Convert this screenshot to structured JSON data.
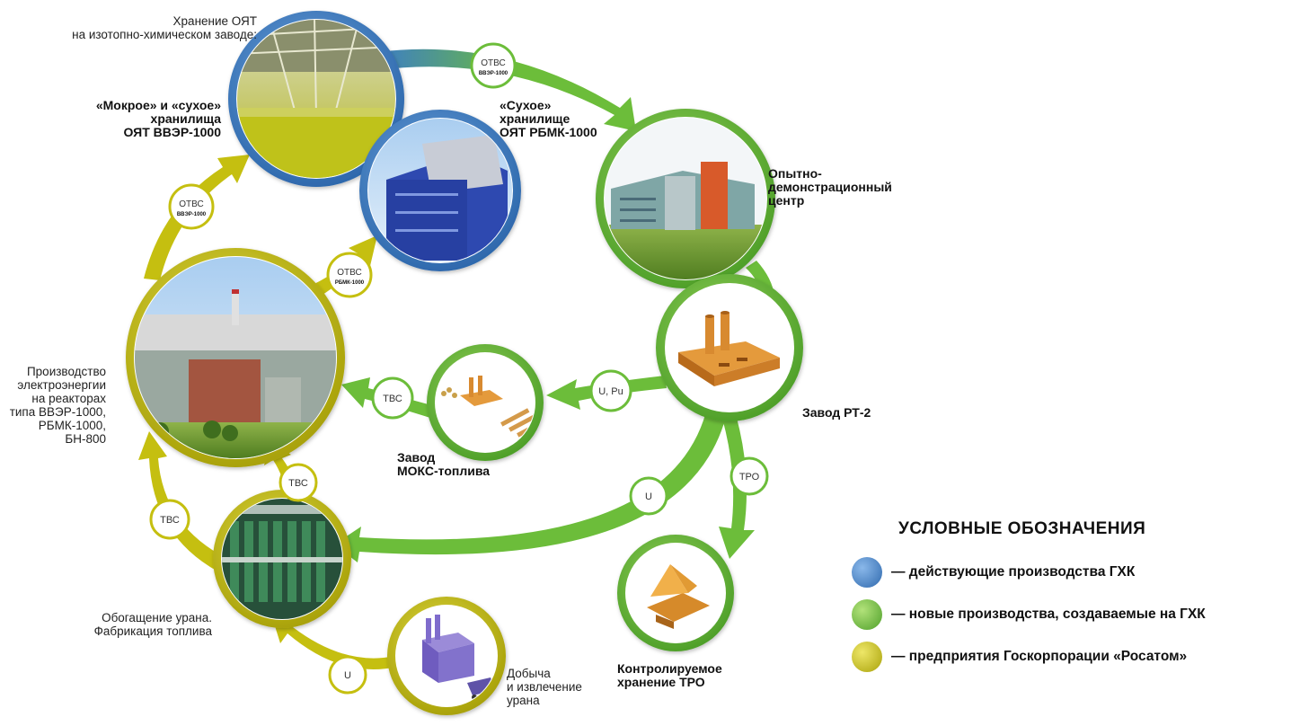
{
  "colors": {
    "blue": "#3d7ec6",
    "green": "#6cbd3a",
    "olive": "#c5bf10",
    "ring_bg": "#ffffff"
  },
  "labels": {
    "storage_header": "Хранение ОЯТ\nна изотопно-химическом заводе:",
    "wet_dry": "«Мокрое» и «сухое»\nхранилища\nОЯТ ВВЭР-1000",
    "dry_rbmk": "«Сухое»\nхранилище\nОЯТ РБМК-1000",
    "pilot_center": "Опытно-\nдемонстрационный\nцентр",
    "rt2": "Завод РТ-2",
    "mox": "Завод\nМОКС-топлива",
    "power": "Производство\nэлектроэнергии\nна реакторах\nтипа ВВЭР-1000,\nРБМК-1000,\nБН-800",
    "enrichment": "Обогащение урана.\nФабрикация топлива",
    "mining": "Добыча\nи извлечение\nурана",
    "tro": "Контролируемое\nхранение ТРО"
  },
  "badges": {
    "otvs_top": {
      "line1": "ОТВС",
      "line2": "ВВЭР-1000"
    },
    "otvs_left": {
      "line1": "ОТВС",
      "line2": "ВВЭР-1000"
    },
    "otvs_mid": {
      "line1": "ОТВС",
      "line2": "РБМК-1000"
    },
    "u_pu": "U, Pu",
    "tvs_mox": "ТВС",
    "tvs_enrich_up": "ТВС",
    "tvs_left": "ТВС",
    "u_big": "U",
    "u_mining": "U",
    "tro": "ТРО"
  },
  "legend": {
    "title": "УСЛОВНЫЕ ОБОЗНАЧЕНИЯ",
    "items": [
      {
        "text": "— действующие производства ГХК",
        "color": "#3d7ec6"
      },
      {
        "text": "— новые производства, создаваемые на ГХК",
        "color": "#6cbd3a"
      },
      {
        "text": "— предприятия Госкорпорации «Росатом»",
        "color": "#c5bf10"
      }
    ]
  },
  "icons": {
    "warehouse": "warehouse-photo-icon",
    "blue_building": "blue-building-icon",
    "office": "office-building-icon",
    "plant": "plant-icon",
    "mox_plant": "mox-plant-icon",
    "nuclear_station": "nuclear-station-icon",
    "centrifuges": "centrifuges-icon",
    "mine": "mine-icon",
    "waste_storage": "waste-storage-icon"
  }
}
